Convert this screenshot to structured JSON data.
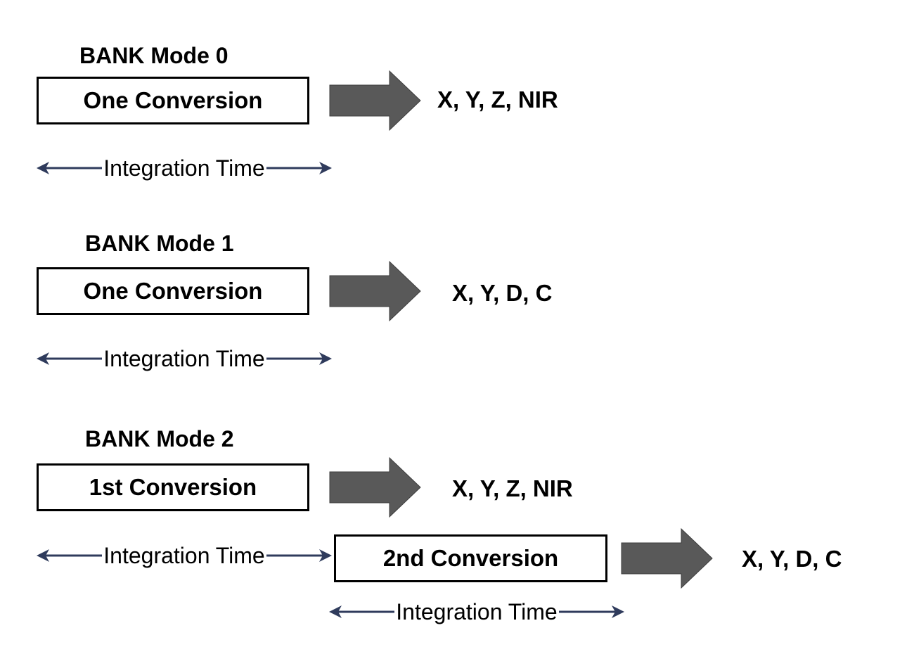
{
  "modes": [
    {
      "title": "BANK Mode 0",
      "conversion": "One Conversion",
      "output": "X, Y, Z, NIR",
      "integration": "Integration Time"
    },
    {
      "title": "BANK Mode 1",
      "conversion": "One Conversion",
      "output": "X, Y, D, C",
      "integration": "Integration Time"
    },
    {
      "title": "BANK Mode 2",
      "first_conversion": "1st Conversion",
      "first_output": "X, Y, Z, NIR",
      "first_integration": "Integration Time",
      "second_conversion": "2nd Conversion",
      "second_output": "X, Y, D, C",
      "second_integration": "Integration Time"
    }
  ],
  "colors": {
    "block_arrow": "#595959",
    "dimension_line": "#2F3B5C",
    "box_border": "#000000"
  }
}
